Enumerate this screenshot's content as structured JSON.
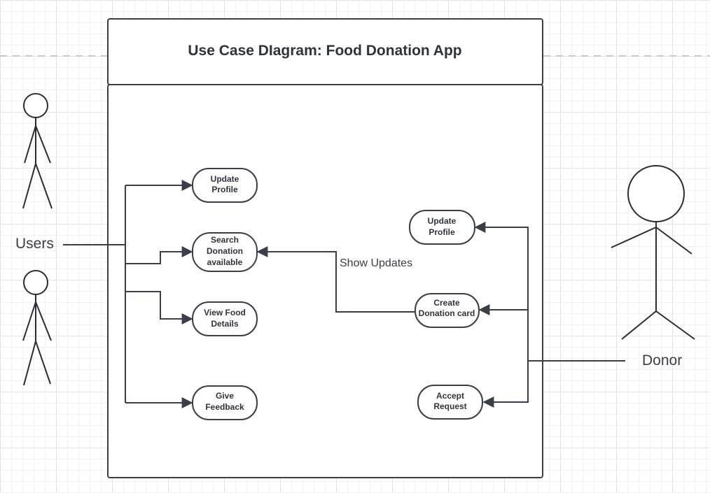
{
  "diagram": {
    "title": "Use Case DIagram: Food Donation App"
  },
  "actors": {
    "users_label": "Users",
    "donor_label": "Donor"
  },
  "use_cases": {
    "users": {
      "update_profile": [
        "Update",
        "Profile"
      ],
      "search_donation": [
        "Search",
        "Donation",
        "available"
      ],
      "view_food_details": [
        "View Food",
        "Details"
      ],
      "give_feedback": [
        "Give",
        "Feedback"
      ]
    },
    "donor": {
      "update_profile": [
        "Update",
        "Profile"
      ],
      "create_donation_card": [
        "Create",
        "Donation card"
      ],
      "accept_request": [
        "Accept",
        "Request"
      ]
    }
  },
  "relations": {
    "show_updates_label": "Show Updates"
  }
}
